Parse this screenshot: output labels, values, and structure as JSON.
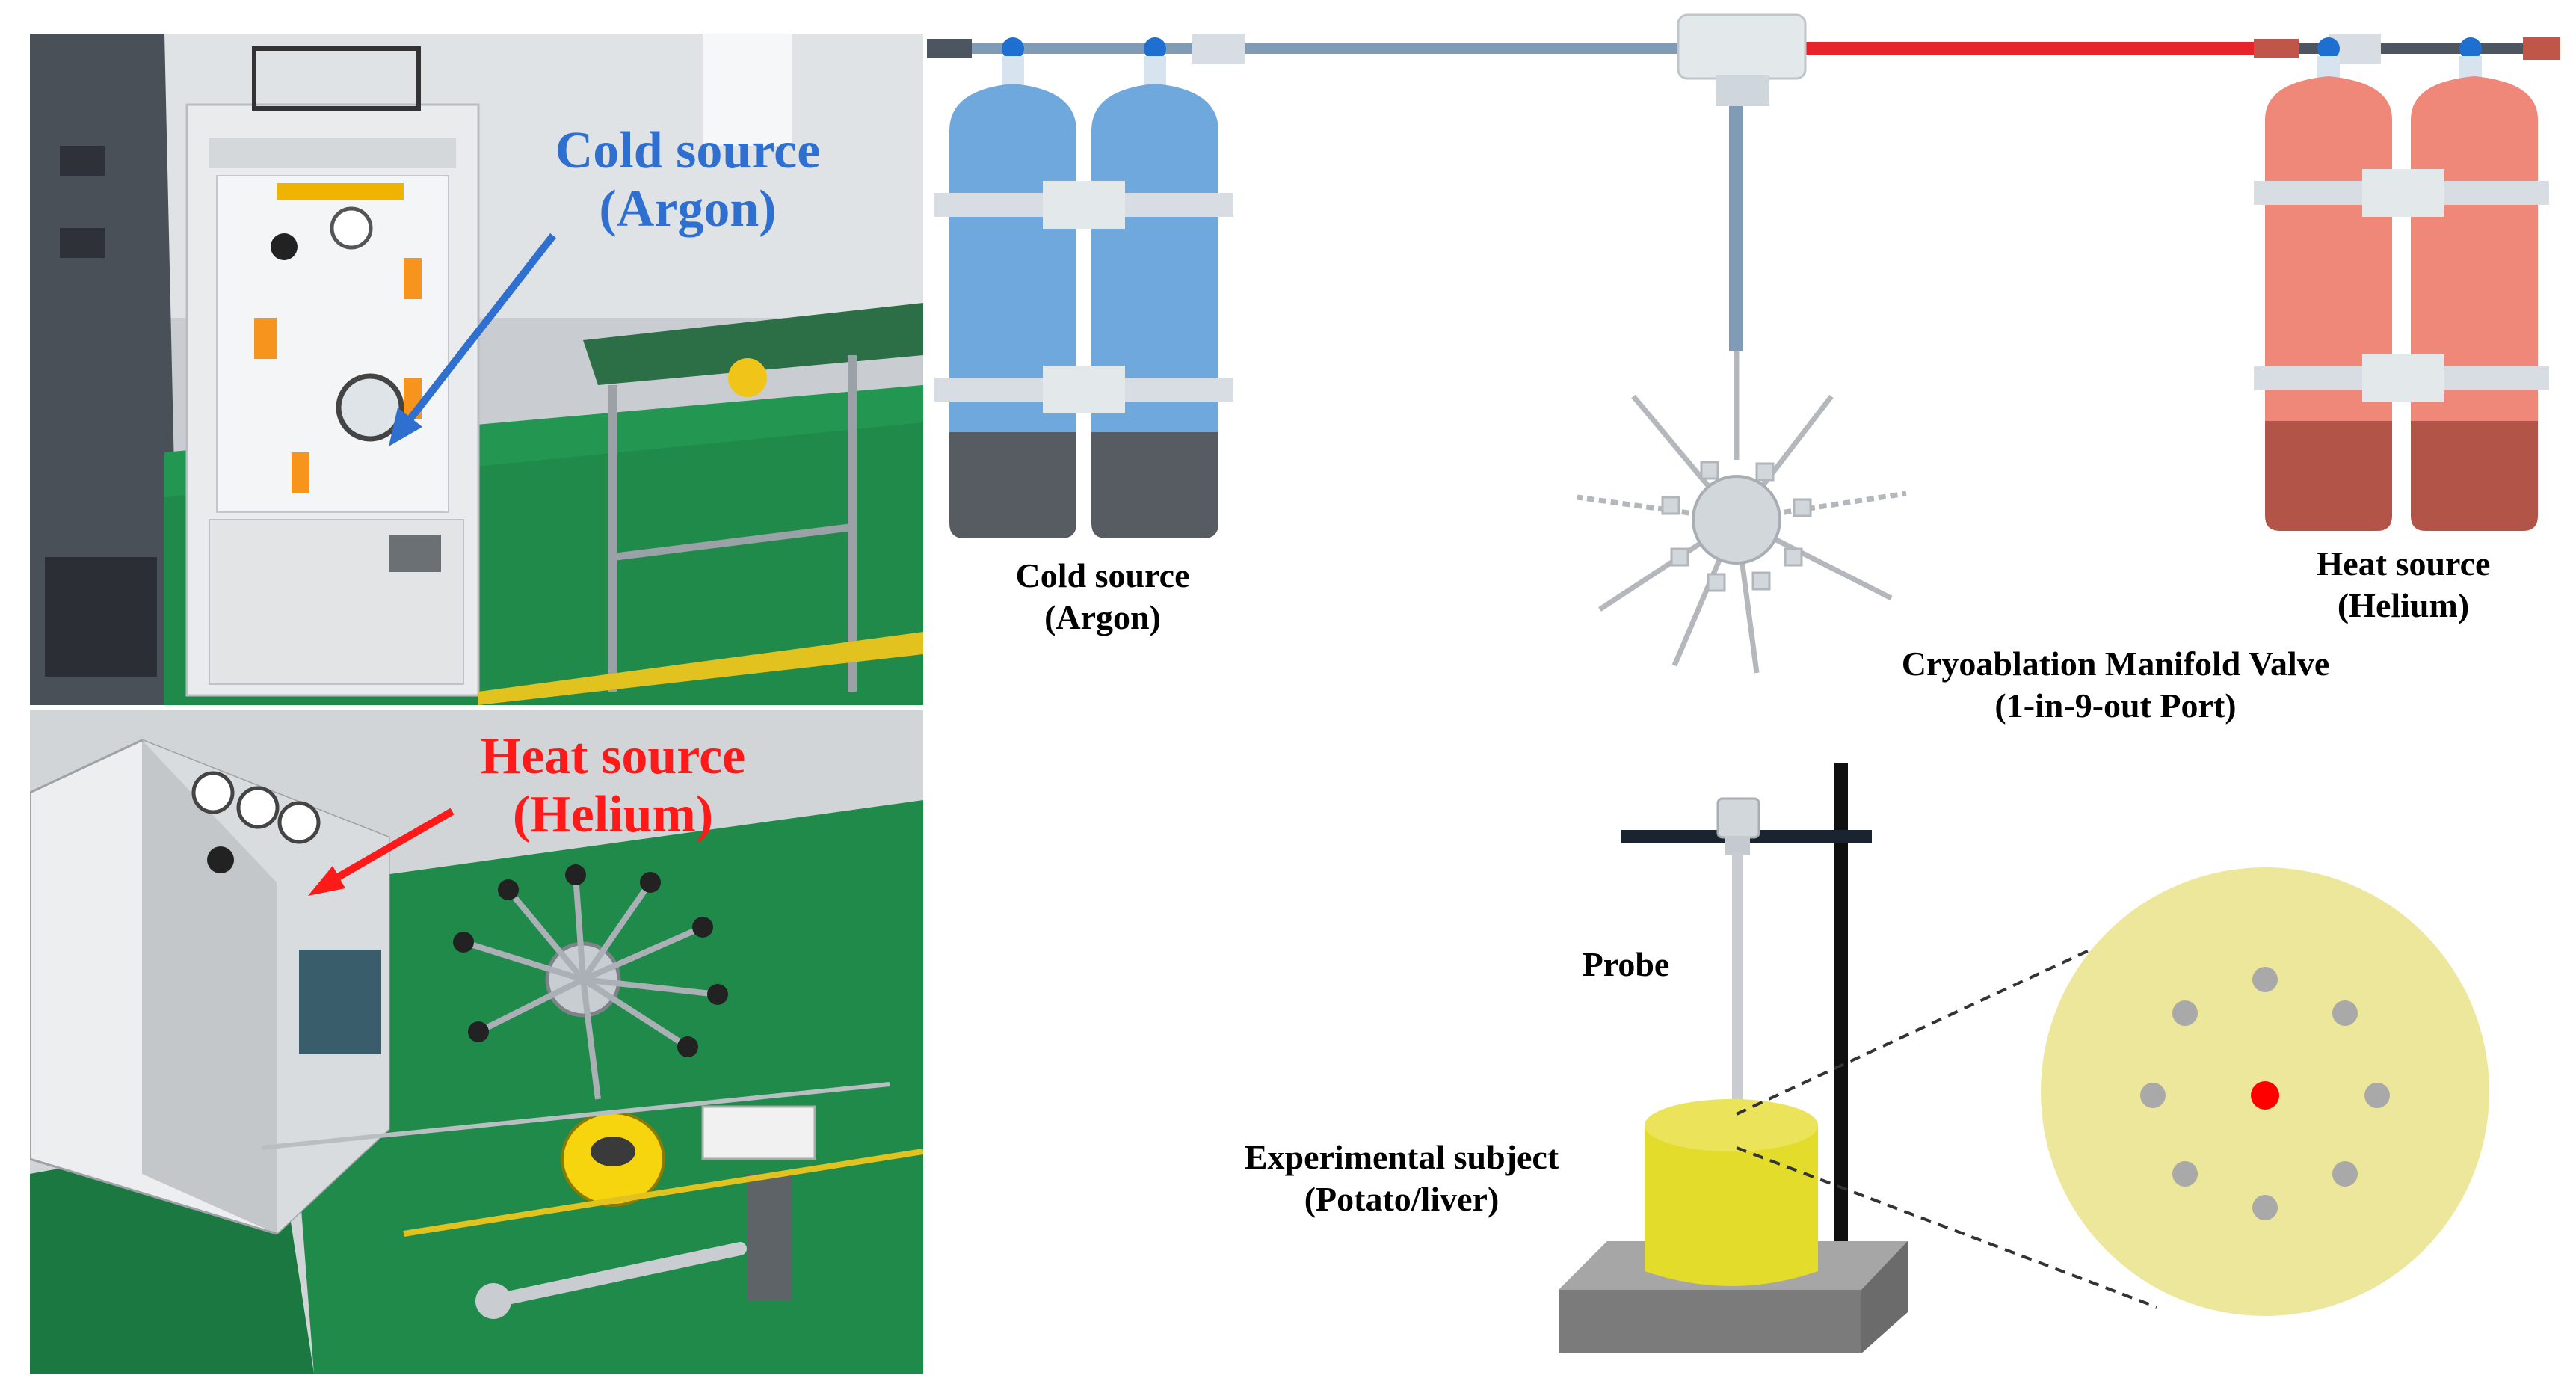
{
  "photos": {
    "top": {
      "annotation_line1": "Cold source",
      "annotation_line2": "(Argon)",
      "annotation_color": "#2f6fd0"
    },
    "bottom": {
      "annotation_line1": "Heat source",
      "annotation_line2": "(Helium)",
      "annotation_color": "#ff1a1a"
    }
  },
  "diagram": {
    "cold_label_line1": "Cold source",
    "cold_label_line2": "(Argon)",
    "heat_label_line1": "Heat source",
    "heat_label_line2": "(Helium)",
    "manifold_label_line1": "Cryoablation Manifold Valve",
    "manifold_label_line2": "(1-in-9-out Port)",
    "probe_label": "Probe",
    "subject_label_line1": "Experimental subject",
    "subject_label_line2": "(Potato/liver)",
    "colors": {
      "cold_cylinder": "#6fa8dc",
      "cold_cylinder_base": "#575b62",
      "heat_cylinder": "#f0887a",
      "heat_cylinder_base": "#b25548",
      "cold_pipe": "#7f9bb5",
      "heat_pipe": "#e8242b",
      "sample": "#e3dc2a",
      "sample_cross_section": "#ece79b",
      "probe_point_active": "#ff0000",
      "probe_point": "#a9a9a9"
    }
  }
}
